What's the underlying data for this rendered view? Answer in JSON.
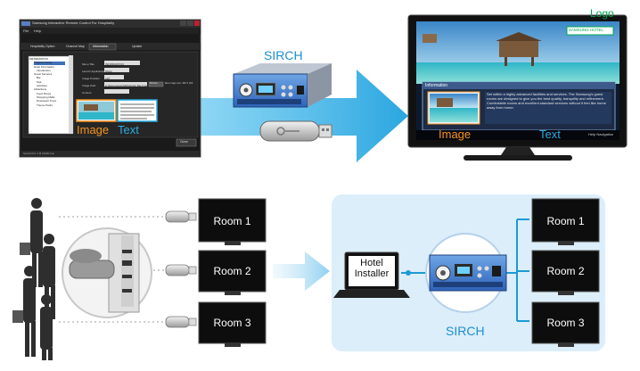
{
  "top": {
    "app_window": {
      "title": "Samsung Interactive Remote Control For Hospitality",
      "menu": [
        "File",
        "Help"
      ],
      "tabs": [
        "Hospitality Option",
        "Channel Map",
        "Information",
        "Update"
      ],
      "tree": [
        "INFORMATION",
        "Program Guide",
        "Hotel Information",
        "Introduction",
        "Guest Services",
        "Bar",
        "Spa",
        "Activities",
        "Attractions",
        "Food Shops",
        "Shopping Malls",
        "Downtown Tours",
        "Theme Parks"
      ],
      "form_labels": [
        "Menu Title",
        "Launch Application",
        "Image Position",
        "Image Path",
        "Content"
      ],
      "form_values": [
        "INFORMATION",
        "Show",
        "Left",
        "C:\\Documents\\SIRCH\\Info Bar.bmp"
      ],
      "browse_label": "Browse...",
      "size_note": "Max image size: 350 X 200",
      "close_label": "Close",
      "status": "Serial Port: 1 B 19200 bps",
      "image_caption": "Image",
      "text_caption": "Text"
    },
    "sirch_label": "SIRCH",
    "tv": {
      "logo_caption": "Logo",
      "logo_badge": "SAMSUNG HOTEL",
      "info_title": "Information",
      "info_body": "Set within a highly advanced facilities and services. The Samsung's guest rooms are designed to give you the best quality, tranquility and refinement. Comfortable rooms and excellent standard services without it feel like home away from home.",
      "help": "Help  Navigation",
      "image_caption": "Image",
      "text_caption": "Text"
    }
  },
  "bottom": {
    "rooms_left": [
      "Room 1",
      "Room 2",
      "Room 3"
    ],
    "installer": [
      "Hotel",
      "Installer"
    ],
    "sirch_label": "SIRCH",
    "rooms_right": [
      "Room 1",
      "Room 2",
      "Room 3"
    ]
  },
  "colors": {
    "accent_orange": "#f7941d",
    "accent_blue": "#29abe2",
    "logo_green": "#00a651",
    "panel_bg": "#dceefa",
    "line_blue": "#1b9ad6"
  }
}
